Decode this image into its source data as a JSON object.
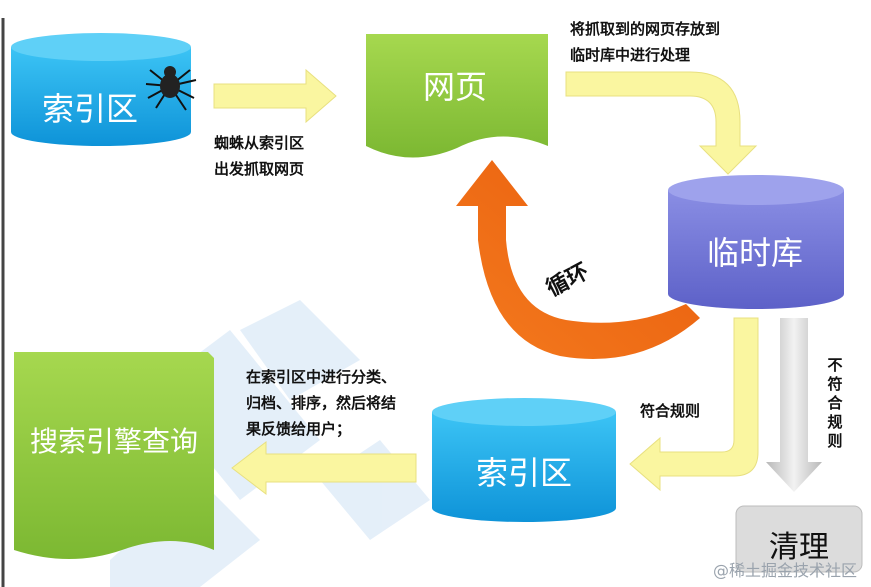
{
  "nodes": {
    "index_top": "索引区",
    "webpage": "网页",
    "temp_db": "临时库",
    "index_bottom": "索引区",
    "search_engine": "搜索引擎查询",
    "cleanup": "清理"
  },
  "labels": {
    "spider_line1": "蜘蛛从索引区",
    "spider_line2": "出发抓取网页",
    "store_line1": "将抓取到的网页存放到",
    "store_line2": "临时库中进行处理",
    "loop": "循环",
    "match": "符合规则",
    "not_match": "不符合规则",
    "process_line1": "在索引区中进行分类、",
    "process_line2": "归档、排序，然后将结",
    "process_line3": "果反馈给用户；"
  },
  "watermark": "@稀土掘金技术社区",
  "icons": {
    "spider": "spider-icon"
  },
  "colors": {
    "cylinder_blue": "#16a6e6",
    "webpage_green": "#8cc63f",
    "temp_purple": "#6f73d3",
    "search_green": "#8fd24a",
    "arrow_yellow": "#faf6a0",
    "loop_orange": "#ef6a12",
    "gray_arrow": "#cfcfcf",
    "cleanup_gray": "#dcdcdc"
  }
}
